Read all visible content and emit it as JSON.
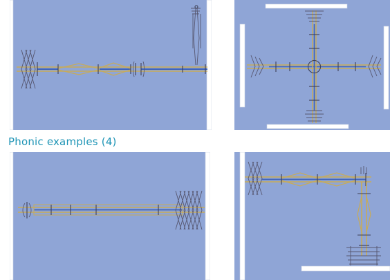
{
  "caption": "Phonic examples (4)",
  "colors": {
    "panel_background": "#8fa5d6",
    "caption_text": "#1f95b6",
    "wall": "#ffffff",
    "rod_primary": "#c7ab5a",
    "rod_secondary": "#3f63b8",
    "connector": "#3d3f55"
  },
  "panels": [
    {
      "id": "top-left",
      "layout": "horizontal line with vertical stack at right end"
    },
    {
      "id": "top-right",
      "layout": "cross"
    },
    {
      "id": "bottom-left",
      "layout": "horizontal line with stack at right end"
    },
    {
      "id": "bottom-right",
      "layout": "L-shape"
    }
  ]
}
